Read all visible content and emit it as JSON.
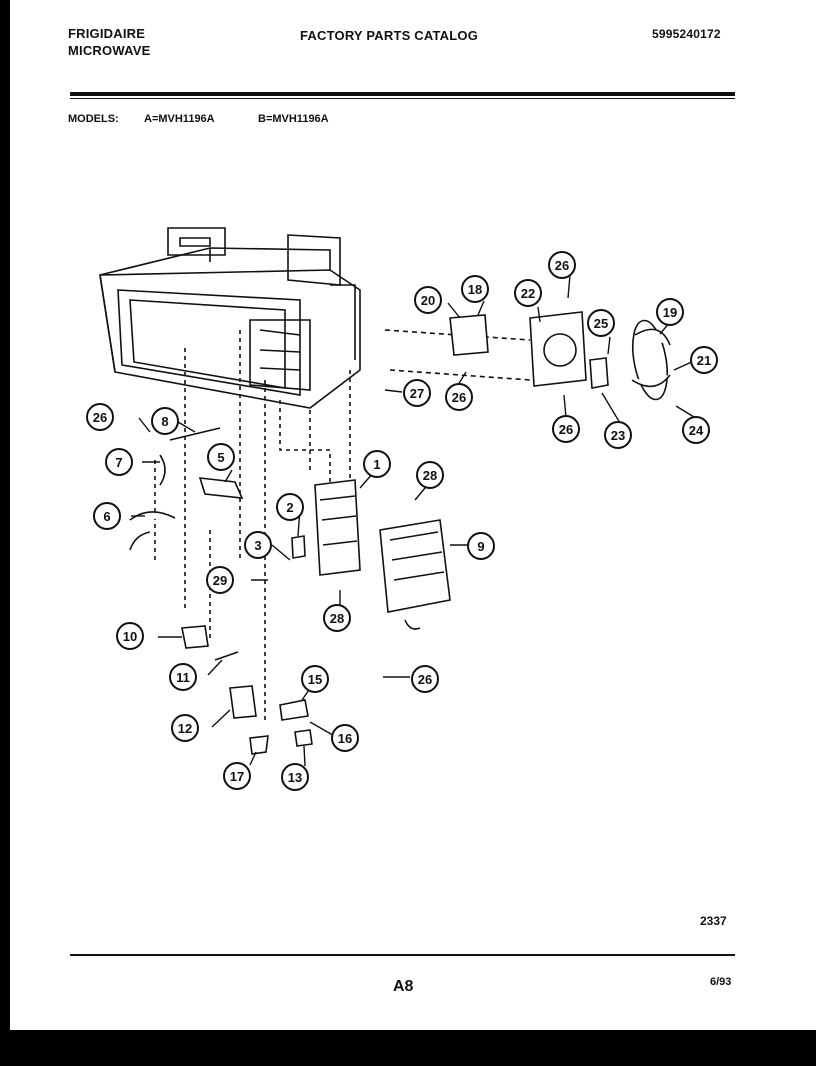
{
  "header": {
    "brand_line1": "FRIGIDAIRE",
    "brand_line2": "MICROWAVE",
    "catalog_title": "FACTORY PARTS CATALOG",
    "catalog_number": "5995240172"
  },
  "models": {
    "label": "MODELS:",
    "model_a": "A=MVH1196A",
    "model_b": "B=MVH1196A"
  },
  "callouts": [
    "1",
    "2",
    "3",
    "5",
    "6",
    "7",
    "8",
    "9",
    "10",
    "11",
    "12",
    "13",
    "15",
    "16",
    "17",
    "18",
    "19",
    "20",
    "21",
    "22",
    "23",
    "24",
    "25",
    "26",
    "27",
    "28",
    "29"
  ],
  "footer": {
    "drawing_number": "2337",
    "page_label": "A8",
    "date": "6/93"
  }
}
